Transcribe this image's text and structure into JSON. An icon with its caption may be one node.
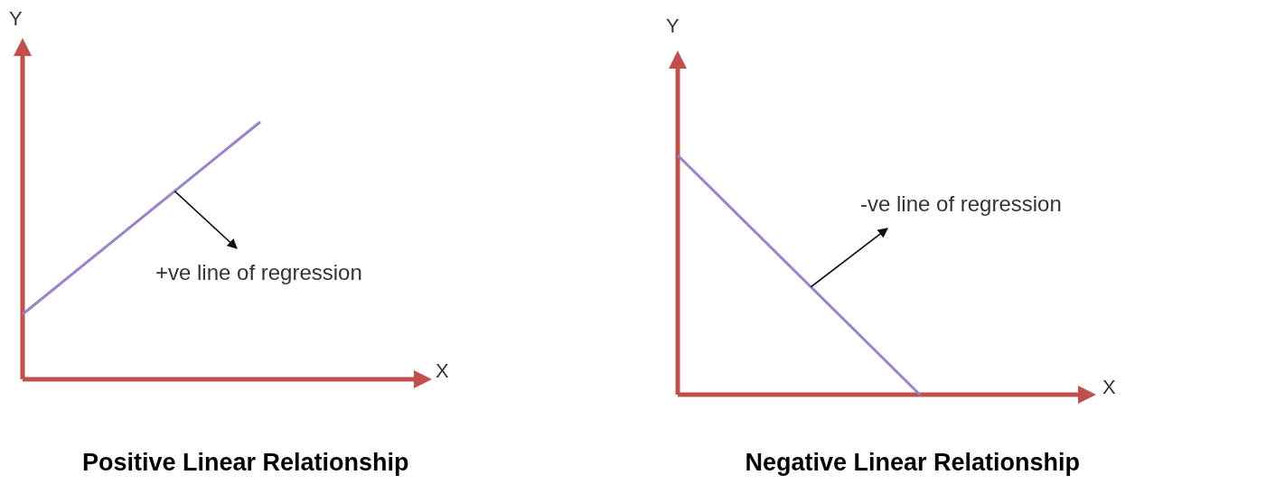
{
  "diagram": {
    "nodes": [
      {
        "text": [
          "+ve line of regression"
        ]
      },
      {
        "text": [],
        "shape": "line"
      },
      {
        "text": [
          "-ve line of regression"
        ]
      },
      {
        "text": [],
        "shape": "line"
      }
    ],
    "edges": [
      {
        "from": 1,
        "to": 0,
        "arrow": "to"
      },
      {
        "from": 3,
        "to": 2,
        "arrow": "to"
      }
    ],
    "labels": [
      "Y",
      "X",
      "Positive Linear Relationship",
      "Y",
      "X",
      "Negative Linear Relationship"
    ]
  }
}
